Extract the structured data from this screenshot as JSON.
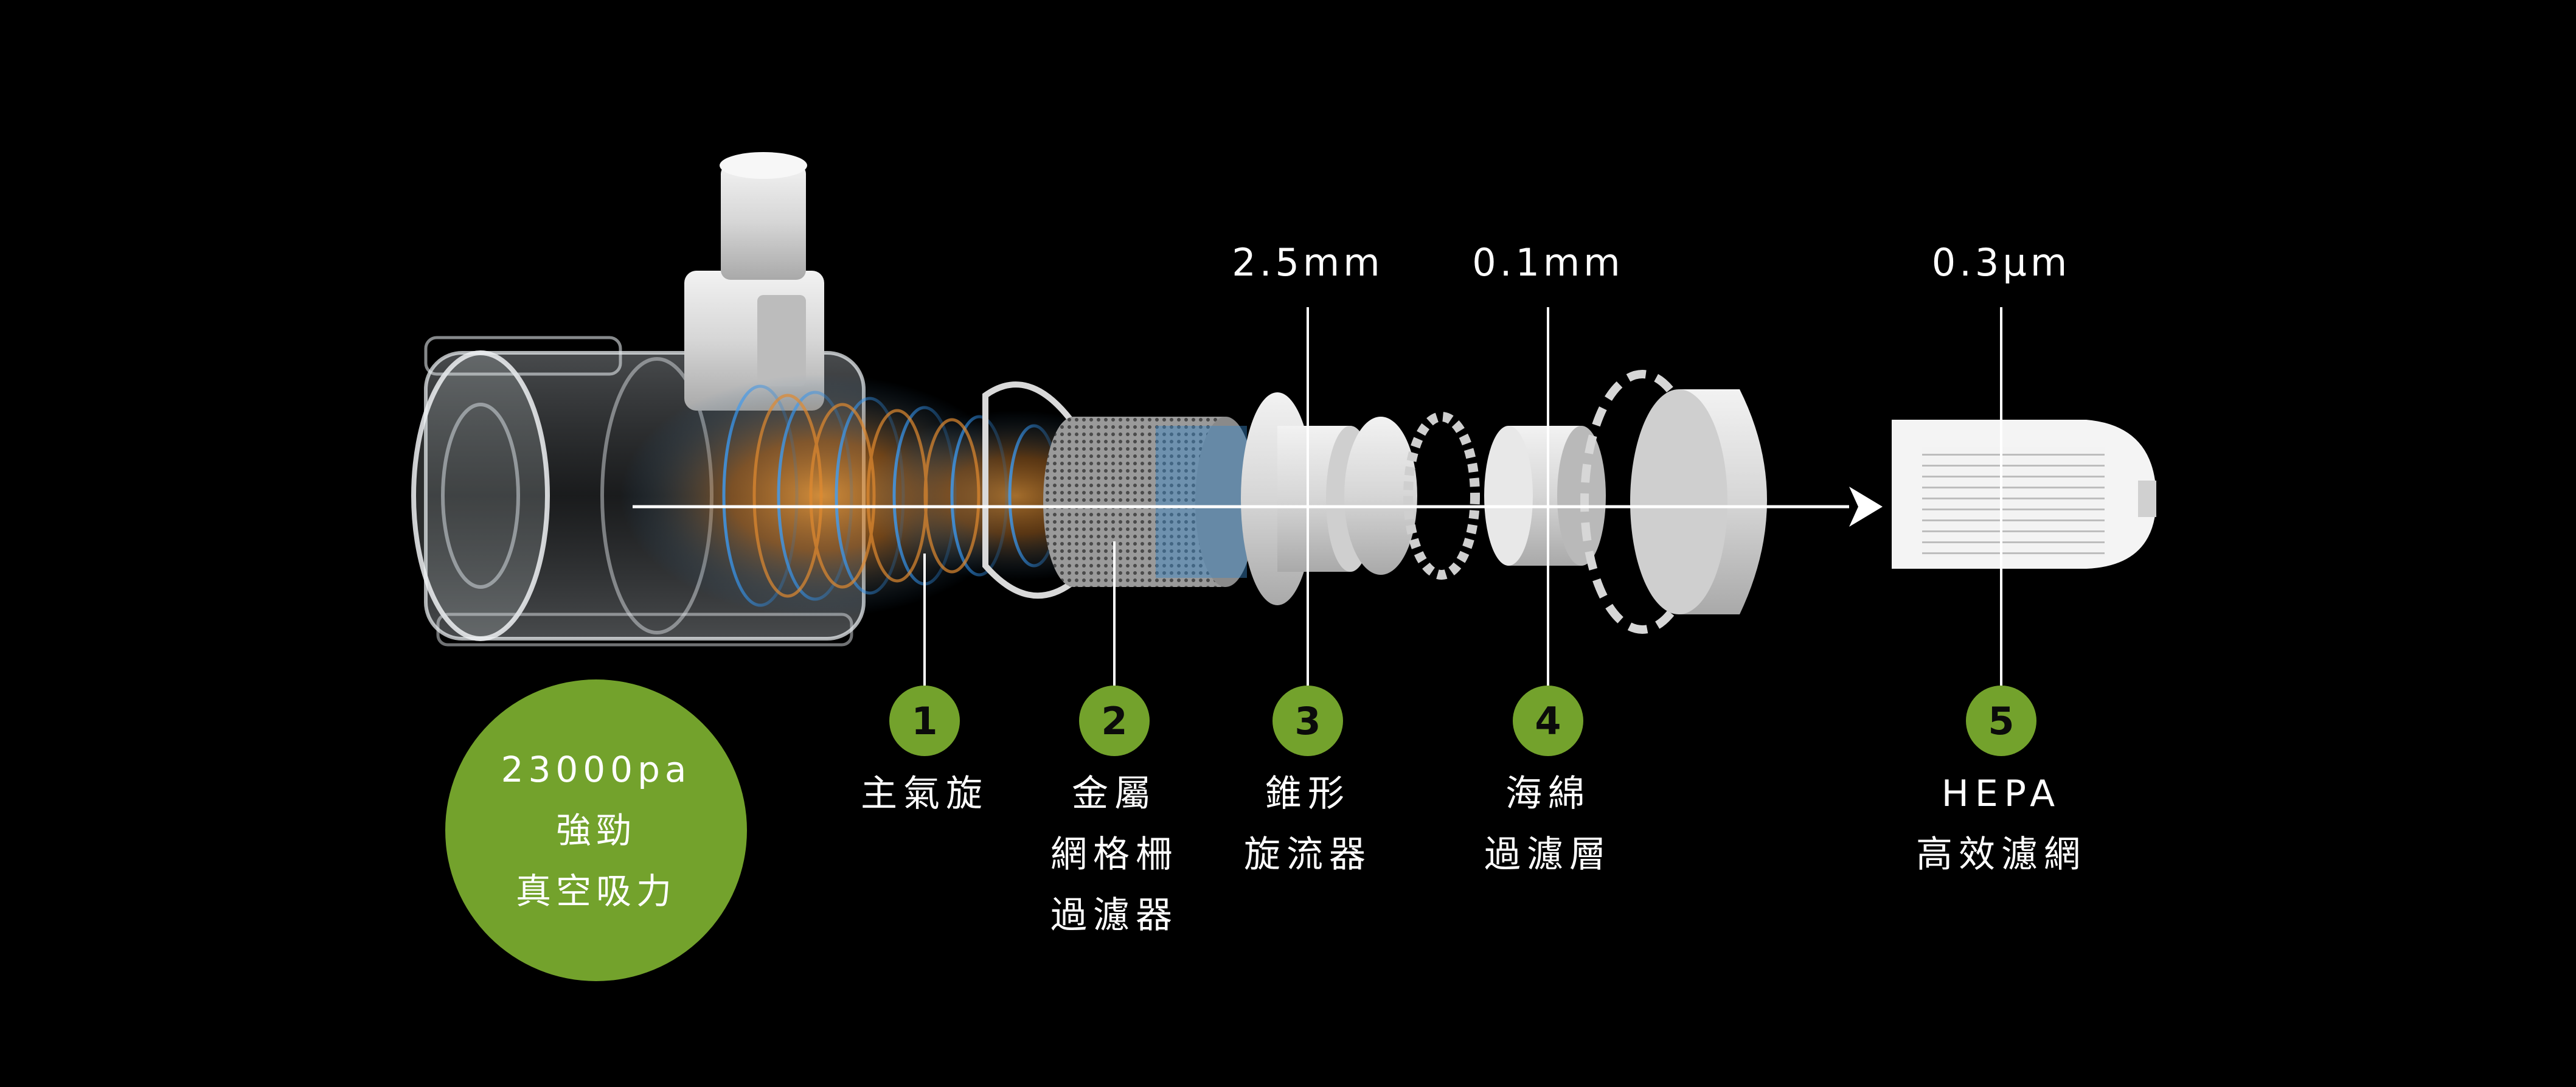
{
  "colors": {
    "background": "#000000",
    "accent_green": "#73a22c",
    "text": "#ffffff",
    "number_text": "#0b0b0b"
  },
  "suction_badge": {
    "lines": [
      "23000pa",
      "強勁",
      "真空吸力"
    ]
  },
  "specs": [
    {
      "text": "2.5mm",
      "component": 3
    },
    {
      "text": "0.1mm",
      "component": 4
    },
    {
      "text": "0.3µm",
      "component": 5
    }
  ],
  "components": [
    {
      "number": "1",
      "lines": [
        "主氣旋"
      ]
    },
    {
      "number": "2",
      "lines": [
        "金屬",
        "網格柵",
        "過濾器"
      ]
    },
    {
      "number": "3",
      "lines": [
        "錐形",
        "旋流器"
      ]
    },
    {
      "number": "4",
      "lines": [
        "海綿",
        "過濾層"
      ]
    },
    {
      "number": "5",
      "lines": [
        "HEPA",
        "高效濾網"
      ]
    }
  ]
}
